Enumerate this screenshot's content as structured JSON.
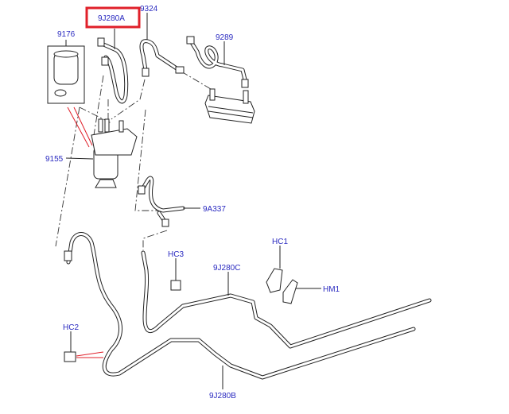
{
  "diagram": {
    "highlight_color": "#e0202a",
    "label_color": "#2a2ac0",
    "labels": {
      "p9J280A": "9J280A",
      "p9324": "9324",
      "p9176": "9176",
      "p9289": "9289",
      "p9155": "9155",
      "p9A337": "9A337",
      "hc1": "HC1",
      "hc3": "HC3",
      "p9J280C": "9J280C",
      "hm1": "HM1",
      "hc2": "HC2",
      "p9J280B": "9J280B"
    },
    "highlighted_part": "9J280A"
  }
}
